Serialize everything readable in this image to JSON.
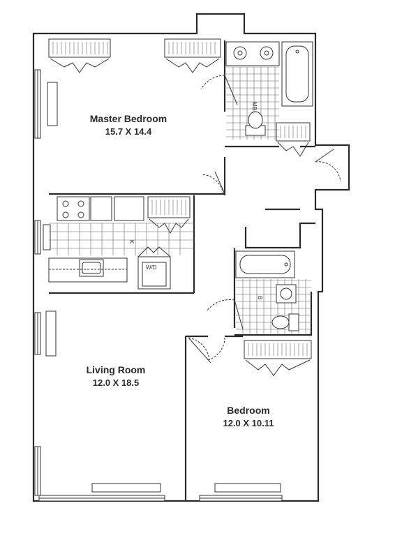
{
  "rooms": {
    "master_bedroom": {
      "name": "Master Bedroom",
      "dims": "15.7 X 14.4"
    },
    "living_room": {
      "name": "Living Room",
      "dims": "12.0 X 18.5"
    },
    "bedroom": {
      "name": "Bedroom",
      "dims": "12.0 X 10.11"
    }
  },
  "tags": {
    "master_bath": "MB",
    "kitchen": "K",
    "bath": "B",
    "washer_dryer": "W/D"
  }
}
